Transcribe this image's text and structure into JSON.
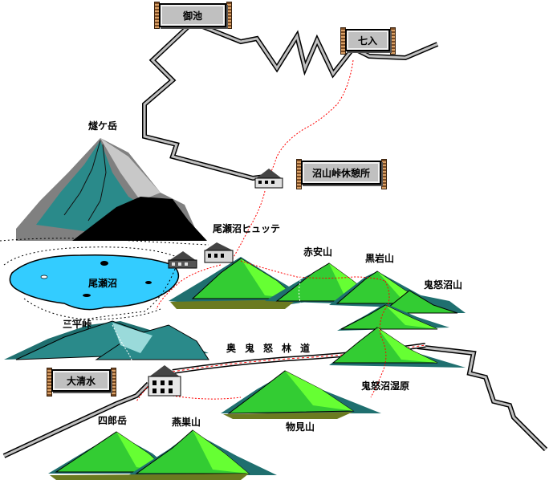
{
  "signs": {
    "mi_ike": "御池",
    "shichi_iri": "七入",
    "numayama_toge": "沼山峠休憩所",
    "oshimizu": "大清水"
  },
  "labels": {
    "hiuchigatake": "燧ケ岳",
    "ozenuma_hutte": "尾瀬沼ヒュッテ",
    "sekiansan": "赤安山",
    "kuroiwayama": "黒岩山",
    "kinunumayama": "鬼怒沼山",
    "ozenuma": "尾瀬沼",
    "sanpei_toge": "三平峠",
    "okukinu_rindo": "奥鬼怒林道",
    "kinunuma_shitsugen": "鬼怒沼湿原",
    "shirodake": "四郎岳",
    "tsubakurayama": "燕巣山",
    "monomiyama": "物見山"
  },
  "colors": {
    "road_outline": "#000000",
    "road_fill": "#c0c0c0",
    "trail": "#ff0000",
    "lake": "#33ccff",
    "mountain_green": "#33cc33",
    "mountain_light": "#66ff33",
    "shadow_teal": "#2a8a8a",
    "rock_gray": "#999999",
    "rock_dark": "#000000"
  }
}
